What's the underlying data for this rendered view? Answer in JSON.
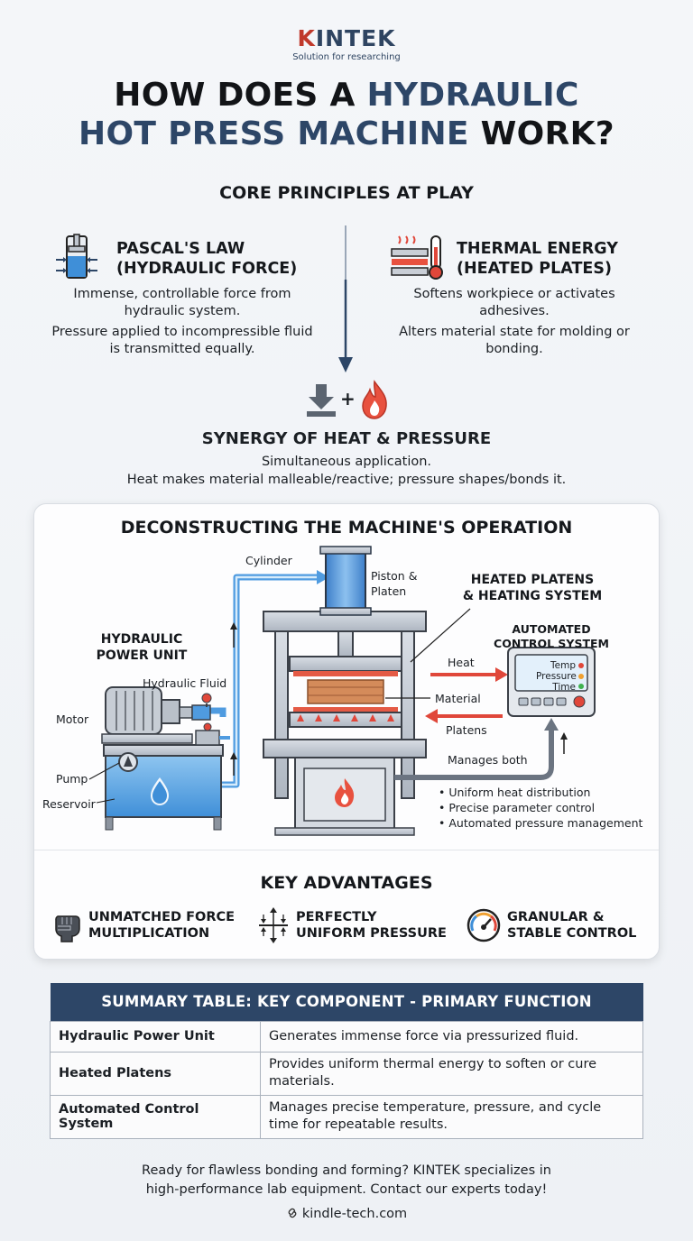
{
  "brand": {
    "logo_main": "INTEK",
    "logo_k": "K",
    "tagline": "Solution for researching"
  },
  "title": {
    "line1_a": "HOW DOES A ",
    "line1_b": "HYDRAULIC",
    "line2_a": "HOT PRESS MACHINE",
    "line2_b": " WORK?"
  },
  "principles": {
    "heading": "CORE PRINCIPLES AT PLAY",
    "left": {
      "title1": "PASCAL'S LAW",
      "title2": "(HYDRAULIC FORCE)",
      "text1": "Immense, controllable force from hydraulic system.",
      "text2": "Pressure applied to incompressible fluid is transmitted equally."
    },
    "right": {
      "title1": "THERMAL ENERGY",
      "title2": "(HEATED PLATES)",
      "text1": "Softens workpiece or activates adhesives.",
      "text2": "Alters material state for molding or bonding."
    },
    "synergy": {
      "plus": "+",
      "title": "SYNERGY OF HEAT & PRESSURE",
      "text1": "Simultaneous application.",
      "text2": "Heat makes material malleable/reactive; pressure shapes/bonds it."
    }
  },
  "machine": {
    "heading": "DECONSTRUCTING THE MACHINE'S OPERATION",
    "labels": {
      "cylinder": "Cylinder",
      "piston1": "Piston &",
      "piston2": "Platen",
      "heated1": "HEATED PLATENS",
      "heated2": "& HEATING SYSTEM",
      "hpu1": "HYDRAULIC",
      "hpu2": "POWER UNIT",
      "fluid": "Hydraulic Fluid",
      "motor": "Motor",
      "pump": "Pump",
      "reservoir": "Reservoir",
      "heat": "Heat",
      "material": "Material",
      "platens": "Platens",
      "manages": "Manages both",
      "acs1": "AUTOMATED",
      "acs2": "CONTROL SYSTEM",
      "screen_temp": "Temp",
      "screen_pressure": "Pressure",
      "screen_time": "Time"
    },
    "bullets": [
      "Uniform heat distribution",
      "Precise parameter control",
      "Automated pressure management"
    ]
  },
  "advantages": {
    "heading": "KEY ADVANTAGES",
    "items": [
      {
        "l1": "UNMATCHED FORCE",
        "l2": "MULTIPLICATION"
      },
      {
        "l1": "PERFECTLY",
        "l2": "UNIFORM PRESSURE"
      },
      {
        "l1": "GRANULAR &",
        "l2": "STABLE CONTROL"
      }
    ]
  },
  "summary": {
    "heading": "SUMMARY TABLE: KEY COMPONENT - PRIMARY FUNCTION",
    "rows": [
      {
        "component": "Hydraulic Power Unit",
        "function": "Generates immense force via pressurized fluid."
      },
      {
        "component": "Heated Platens",
        "function": "Provides uniform thermal energy to soften or cure materials."
      },
      {
        "component": "Automated Control System",
        "function": "Manages precise temperature, pressure, and cycle time for repeatable results."
      }
    ]
  },
  "footer": {
    "line1": "Ready for flawless bonding and forming? KINTEK specializes in",
    "line2": "high-performance lab equipment. Contact our experts today!",
    "url": "kindle-tech.com"
  }
}
